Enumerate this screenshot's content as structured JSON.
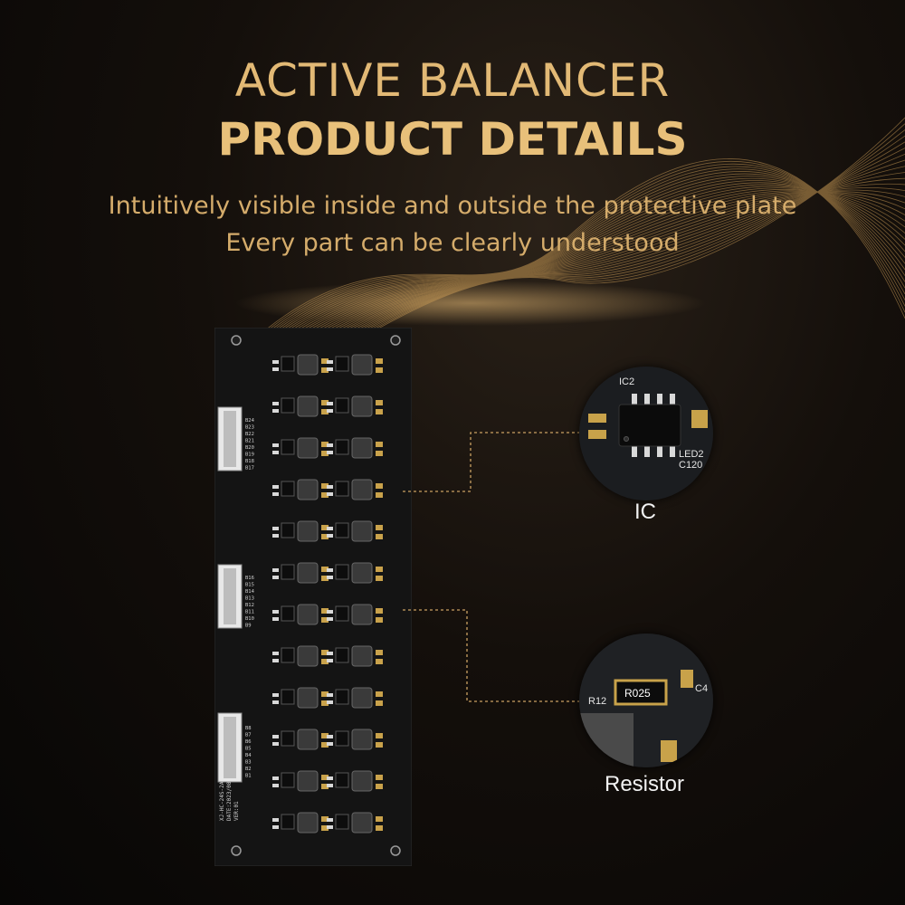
{
  "title_line1": "ACTIVE BALANCER",
  "title_line2": "PRODUCT DETAILS",
  "subtitle_line1": "Intuitively visible inside and outside the protective plate",
  "subtitle_line2": "Every part can be clearly understood",
  "callouts": {
    "ic": {
      "label": "IC",
      "zoom_text_top": "IC2",
      "zoom_text_right": "LED2",
      "zoom_text_right2": "C120"
    },
    "resistor": {
      "label": "Resistor",
      "zoom_text_marking": "R025",
      "zoom_text_left": "R12",
      "zoom_text_right": "C4"
    }
  },
  "board": {
    "connector_pins_top": [
      "B24",
      "B23",
      "B22",
      "B21",
      "B20",
      "B19",
      "B18",
      "B17"
    ],
    "connector_pins_mid": [
      "B16",
      "B15",
      "B14",
      "B13",
      "B12",
      "B11",
      "B10",
      "B9"
    ],
    "connector_pins_bottom": [
      "B8",
      "B7",
      "B6",
      "B5",
      "B4",
      "B3",
      "B2",
      "B1"
    ],
    "model_text": "XJ-HC-24S-2A",
    "date_text": "DATE:2023/08",
    "version_text": "VER:01"
  },
  "colors": {
    "gold": "#e2b975",
    "callout_line": "#c9a062",
    "pcb": "#131313"
  }
}
